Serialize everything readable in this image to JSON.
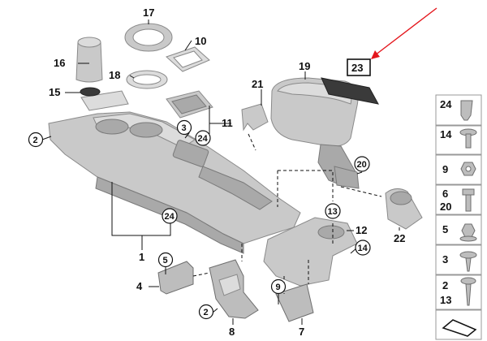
{
  "diagram": {
    "callouts": {
      "c1": "1",
      "c2a": "2",
      "c2b": "2",
      "c3": "3",
      "c4": "4",
      "c5": "5",
      "c7": "7",
      "c8": "8",
      "c9": "9",
      "c10": "10",
      "c11": "11",
      "c12": "12",
      "c13": "13",
      "c14": "14",
      "c15": "15",
      "c16": "16",
      "c17": "17",
      "c18": "18",
      "c19": "19",
      "c20": "20",
      "c21": "21",
      "c22": "22",
      "c23": "23",
      "c24a": "24",
      "c24b": "24"
    },
    "hardware_panel": {
      "r1": "24",
      "r2": "14",
      "r3": "9",
      "r4a": "6",
      "r4b": "20",
      "r5": "5",
      "r6": "3",
      "r7a": "2",
      "r7b": "13"
    },
    "highlight_color": "#e4161c"
  }
}
